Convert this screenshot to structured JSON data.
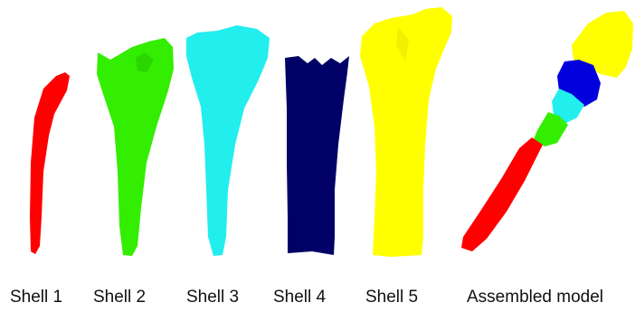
{
  "colors": {
    "shell1": "#ff0000",
    "shell2": "#33ee00",
    "shell3": "#22eeee",
    "shell4": "#000066",
    "shell5": "#ffff00",
    "assembled_blue": "#0000dd"
  },
  "captions": {
    "shell1": "Shell 1",
    "shell2": "Shell 2",
    "shell3": "Shell 3",
    "shell4": "Shell 4",
    "shell5": "Shell 5",
    "assembled": "Assembled model"
  }
}
